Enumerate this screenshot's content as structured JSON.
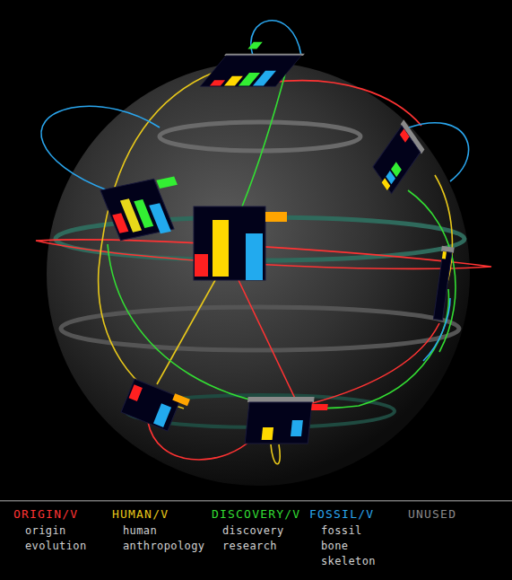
{
  "diagram": {
    "labels": [
      "origin",
      "evolution",
      "human",
      "anthropology",
      "discovery",
      "research",
      "fossil",
      "bone",
      "skeleton"
    ],
    "legend": [
      {
        "text": "ORIGIN/V",
        "color": "#ff3333"
      },
      {
        "text": "HUMAN/V",
        "color": "#e8c81a"
      },
      {
        "text": "DISCOVERY/V",
        "color": "#33dd33"
      },
      {
        "text": "FOSSIL/V",
        "color": "#2aa6ee"
      },
      {
        "text": "UNUSED",
        "color": "#8a8a8a"
      }
    ]
  }
}
